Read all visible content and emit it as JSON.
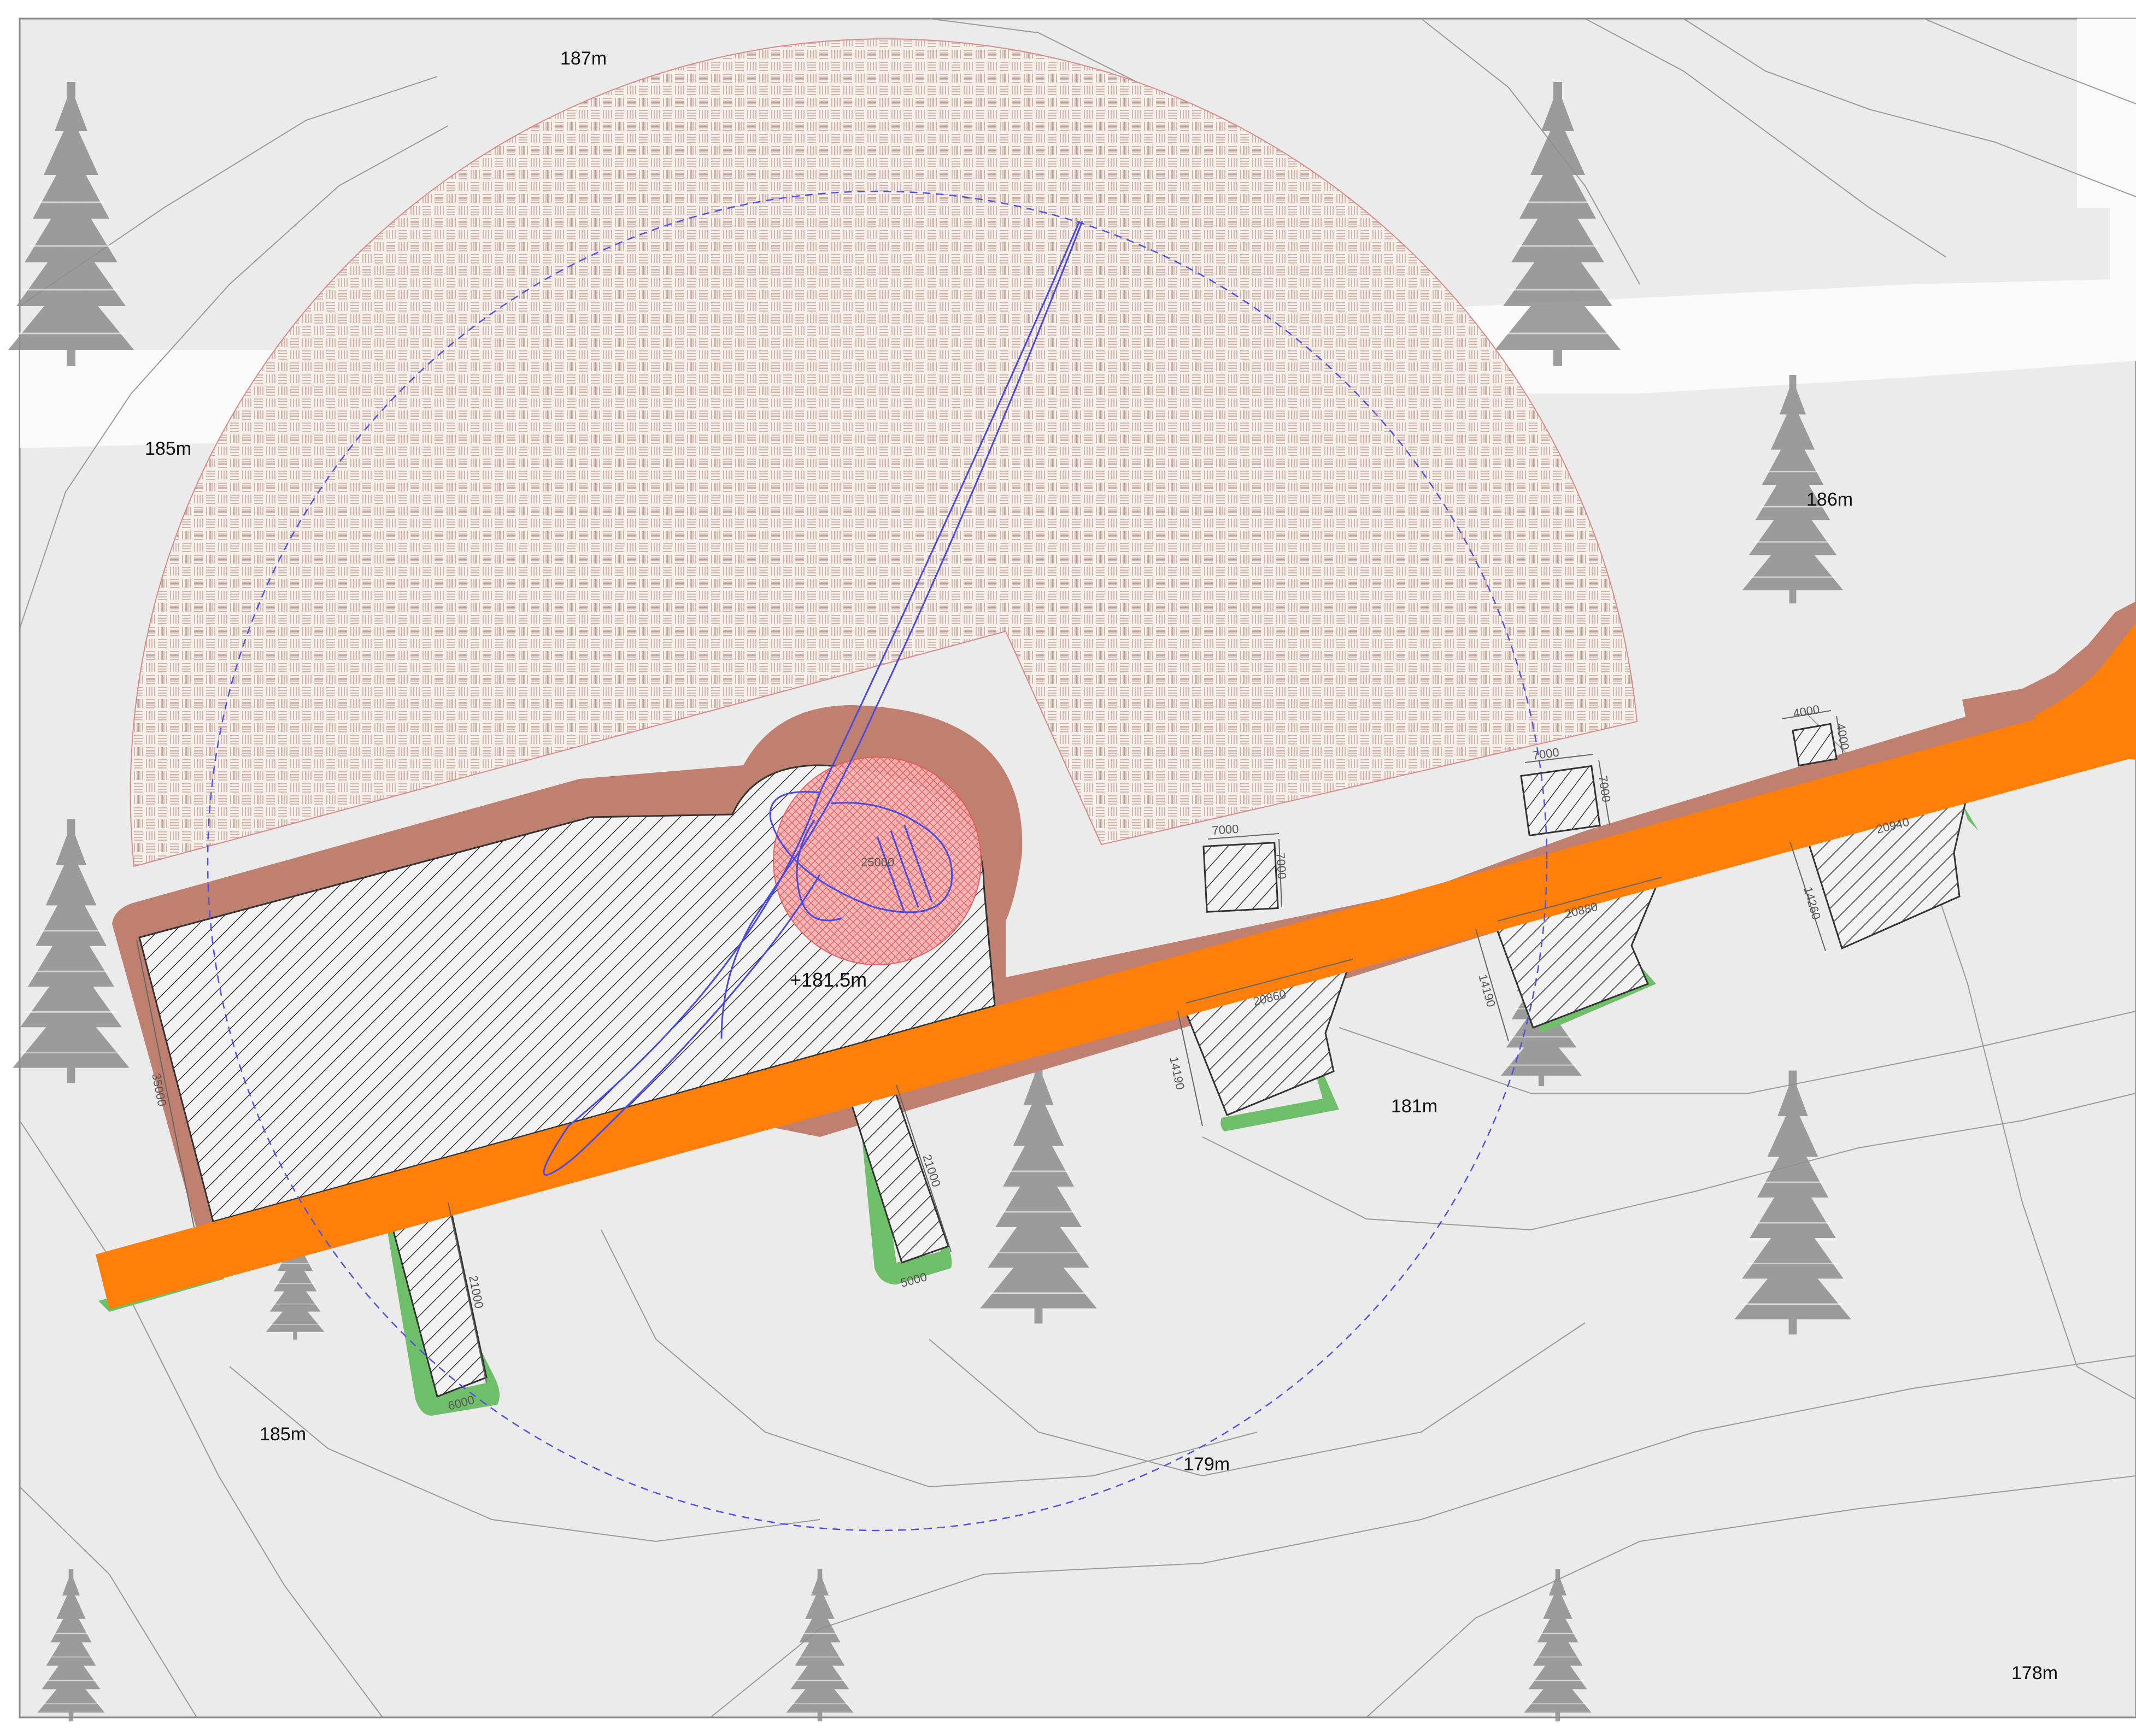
{
  "elevations": {
    "e187": "187m",
    "e185_top": "185m",
    "e186": "186m",
    "e181": "181m",
    "e185_bottom": "185m",
    "e179": "179m",
    "e178": "178m"
  },
  "spot_level": "+181.5m",
  "dimensions": {
    "circle_radius": "25000",
    "main_width": "35000",
    "leg_left_length": "21000",
    "leg_left_width": "6000",
    "leg_mid_length": "21000",
    "leg_mid_width": "5000",
    "pad1_w": "7000",
    "pad1_h": "7000",
    "pad2_w": "7000",
    "pad2_h": "7000",
    "pad3_w": "4000",
    "pad3_h": "4000",
    "trap1_width": "20860",
    "trap1_depth": "14190",
    "trap2_width": "20880",
    "trap2_depth": "14190",
    "trap3_width": "20940",
    "trap3_depth": "14260"
  },
  "icons": [
    "tree-icon",
    "hatch-pattern",
    "road-path",
    "contour-line"
  ],
  "colors": {
    "background": "#ebebeb",
    "road": "#ff7f0a",
    "terrain_cut": "#c08070",
    "buffer_zone": "#a8c87f",
    "grass_edge": "#6fbf6a",
    "pole_zone": "#f06a6a",
    "dashed_circle": "#5050e6",
    "flight_path": "#4a4ae0"
  }
}
